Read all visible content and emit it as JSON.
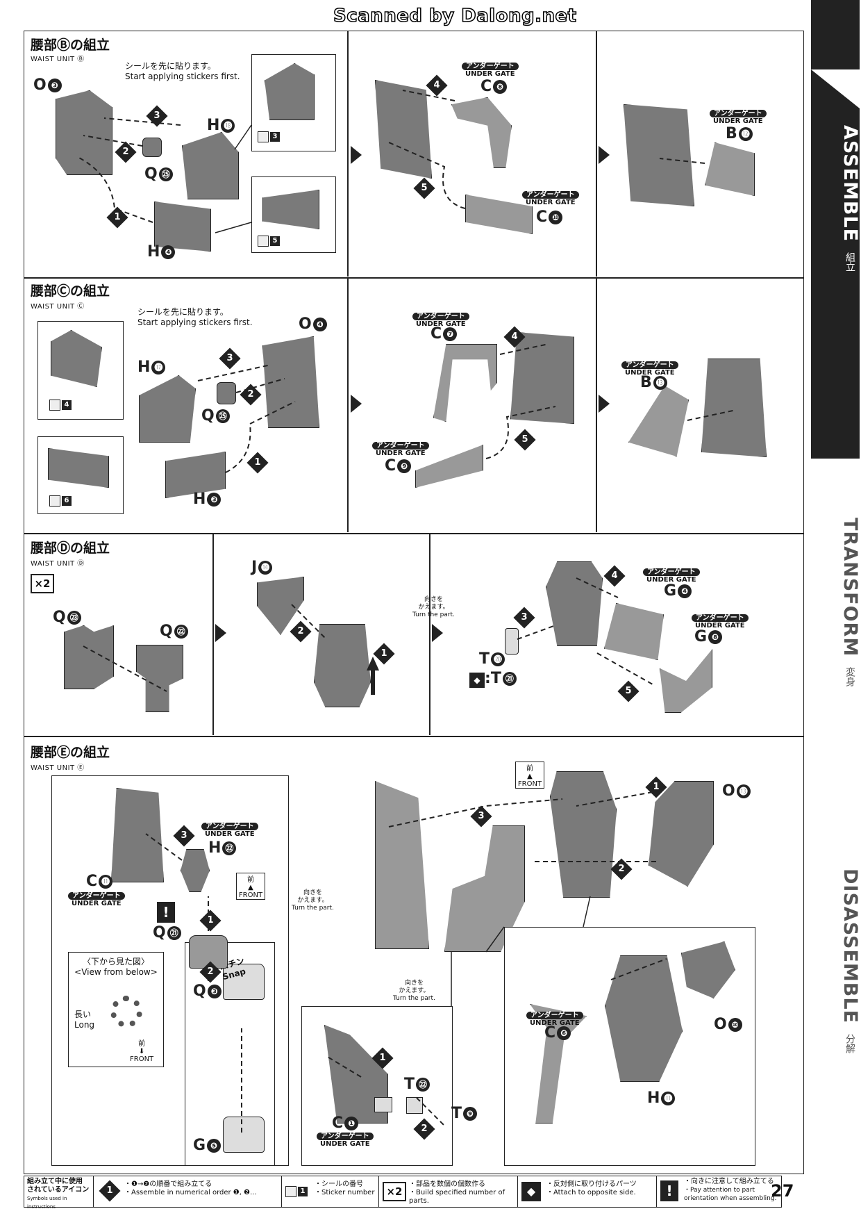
{
  "header": {
    "scan_credit": "Scanned by Dalong.net"
  },
  "sidebar": {
    "assemble": {
      "en": "ASSEMBLE",
      "jp": "組立"
    },
    "transform": {
      "en": "TRANSFORM",
      "jp": "変身"
    },
    "disassemble": {
      "en": "DISASSEMBLE",
      "jp": "分解"
    }
  },
  "sections": {
    "b": {
      "title": "腰部Ⓑの組立",
      "subtitle": "WAIST UNIT Ⓑ",
      "sticker_note_jp": "シールを先に貼ります。",
      "sticker_note_en": "Start applying stickers first."
    },
    "c": {
      "title": "腰部Ⓒの組立",
      "subtitle": "WAIST UNIT Ⓒ",
      "sticker_note_jp": "シールを先に貼ります。",
      "sticker_note_en": "Start applying stickers first."
    },
    "d": {
      "title": "腰部Ⓓの組立",
      "subtitle": "WAIST UNIT Ⓓ",
      "multiplier": "×2",
      "turn_jp": "向きを\nかえます。",
      "turn_en": "Turn the part."
    },
    "e": {
      "title": "腰部Ⓔの組立",
      "subtitle": "WAIST UNIT Ⓔ",
      "turn_jp": "向きを\nかえます。",
      "turn_en": "Turn the part.",
      "view_below_jp": "〈下から見た図〉",
      "view_below_en": "<View from below>",
      "long_jp": "長い",
      "long_en": "Long",
      "front_jp": "前",
      "front_en": "FRONT",
      "snap_jp": "パチン",
      "snap_en": "Snap"
    }
  },
  "gate": {
    "jp": "アンダーゲート",
    "en": "UNDER GATE"
  },
  "parts": {
    "b": {
      "o3": "O",
      "h18": "H",
      "q25": "Q",
      "h4": "H",
      "c8": "C",
      "c10": "C",
      "b12": "B"
    },
    "c": {
      "o4": "O",
      "h17": "H",
      "q25": "Q",
      "h3": "H",
      "c7": "C",
      "c9": "C",
      "b13": "B"
    },
    "d": {
      "q23": "Q",
      "q22": "Q",
      "j14": "J",
      "g4": "G",
      "g8": "G",
      "t20": "T",
      "t21": "T"
    },
    "e": {
      "c11": "C",
      "h22": "H",
      "q21": "Q",
      "q3": "Q",
      "g5": "G",
      "o13": "O",
      "c1": "C",
      "t22": "T",
      "t9": "T",
      "c6": "C",
      "o10": "O",
      "h11": "H"
    }
  },
  "numbers": {
    "n3": "❸",
    "n18": "⓲",
    "n25": "㉕",
    "n4": "❹",
    "n8": "❽",
    "n10": "❿",
    "n12": "⓬",
    "n17": "⓱",
    "n7": "❼",
    "n9": "❾",
    "n13": "⓭",
    "n23": "㉓",
    "n22": "㉒",
    "n14": "⓮",
    "n20": "⓴",
    "n21": "㉑",
    "n11": "⓫",
    "n5": "❺",
    "n1": "❶",
    "n6": "❻"
  },
  "steps": [
    "1",
    "2",
    "3",
    "4",
    "5"
  ],
  "stickers": {
    "s3": "3",
    "s5": "5",
    "s4": "4",
    "s6": "6"
  },
  "legend": {
    "title_jp": "組み立て中に使用\nされているアイコン",
    "title_en": "Symbols used in instructions",
    "order_jp": "・❶→❷の順番で組み立てる",
    "order_en": "・Assemble in numerical order ❶, ❷...",
    "sticker_jp": "・シールの番号",
    "sticker_en": "・Sticker number",
    "multi_jp": "・部品を数個の個数作る",
    "multi_en": "・Build specified number of parts.",
    "opposite_jp": "・反対側に取り付けるパーツ",
    "opposite_en": "・Attach to opposite side.",
    "attention_jp": "・向きに注意して組み立てる",
    "attention_en": "・Pay attention to part orientation when assembling."
  },
  "page_number": "27"
}
